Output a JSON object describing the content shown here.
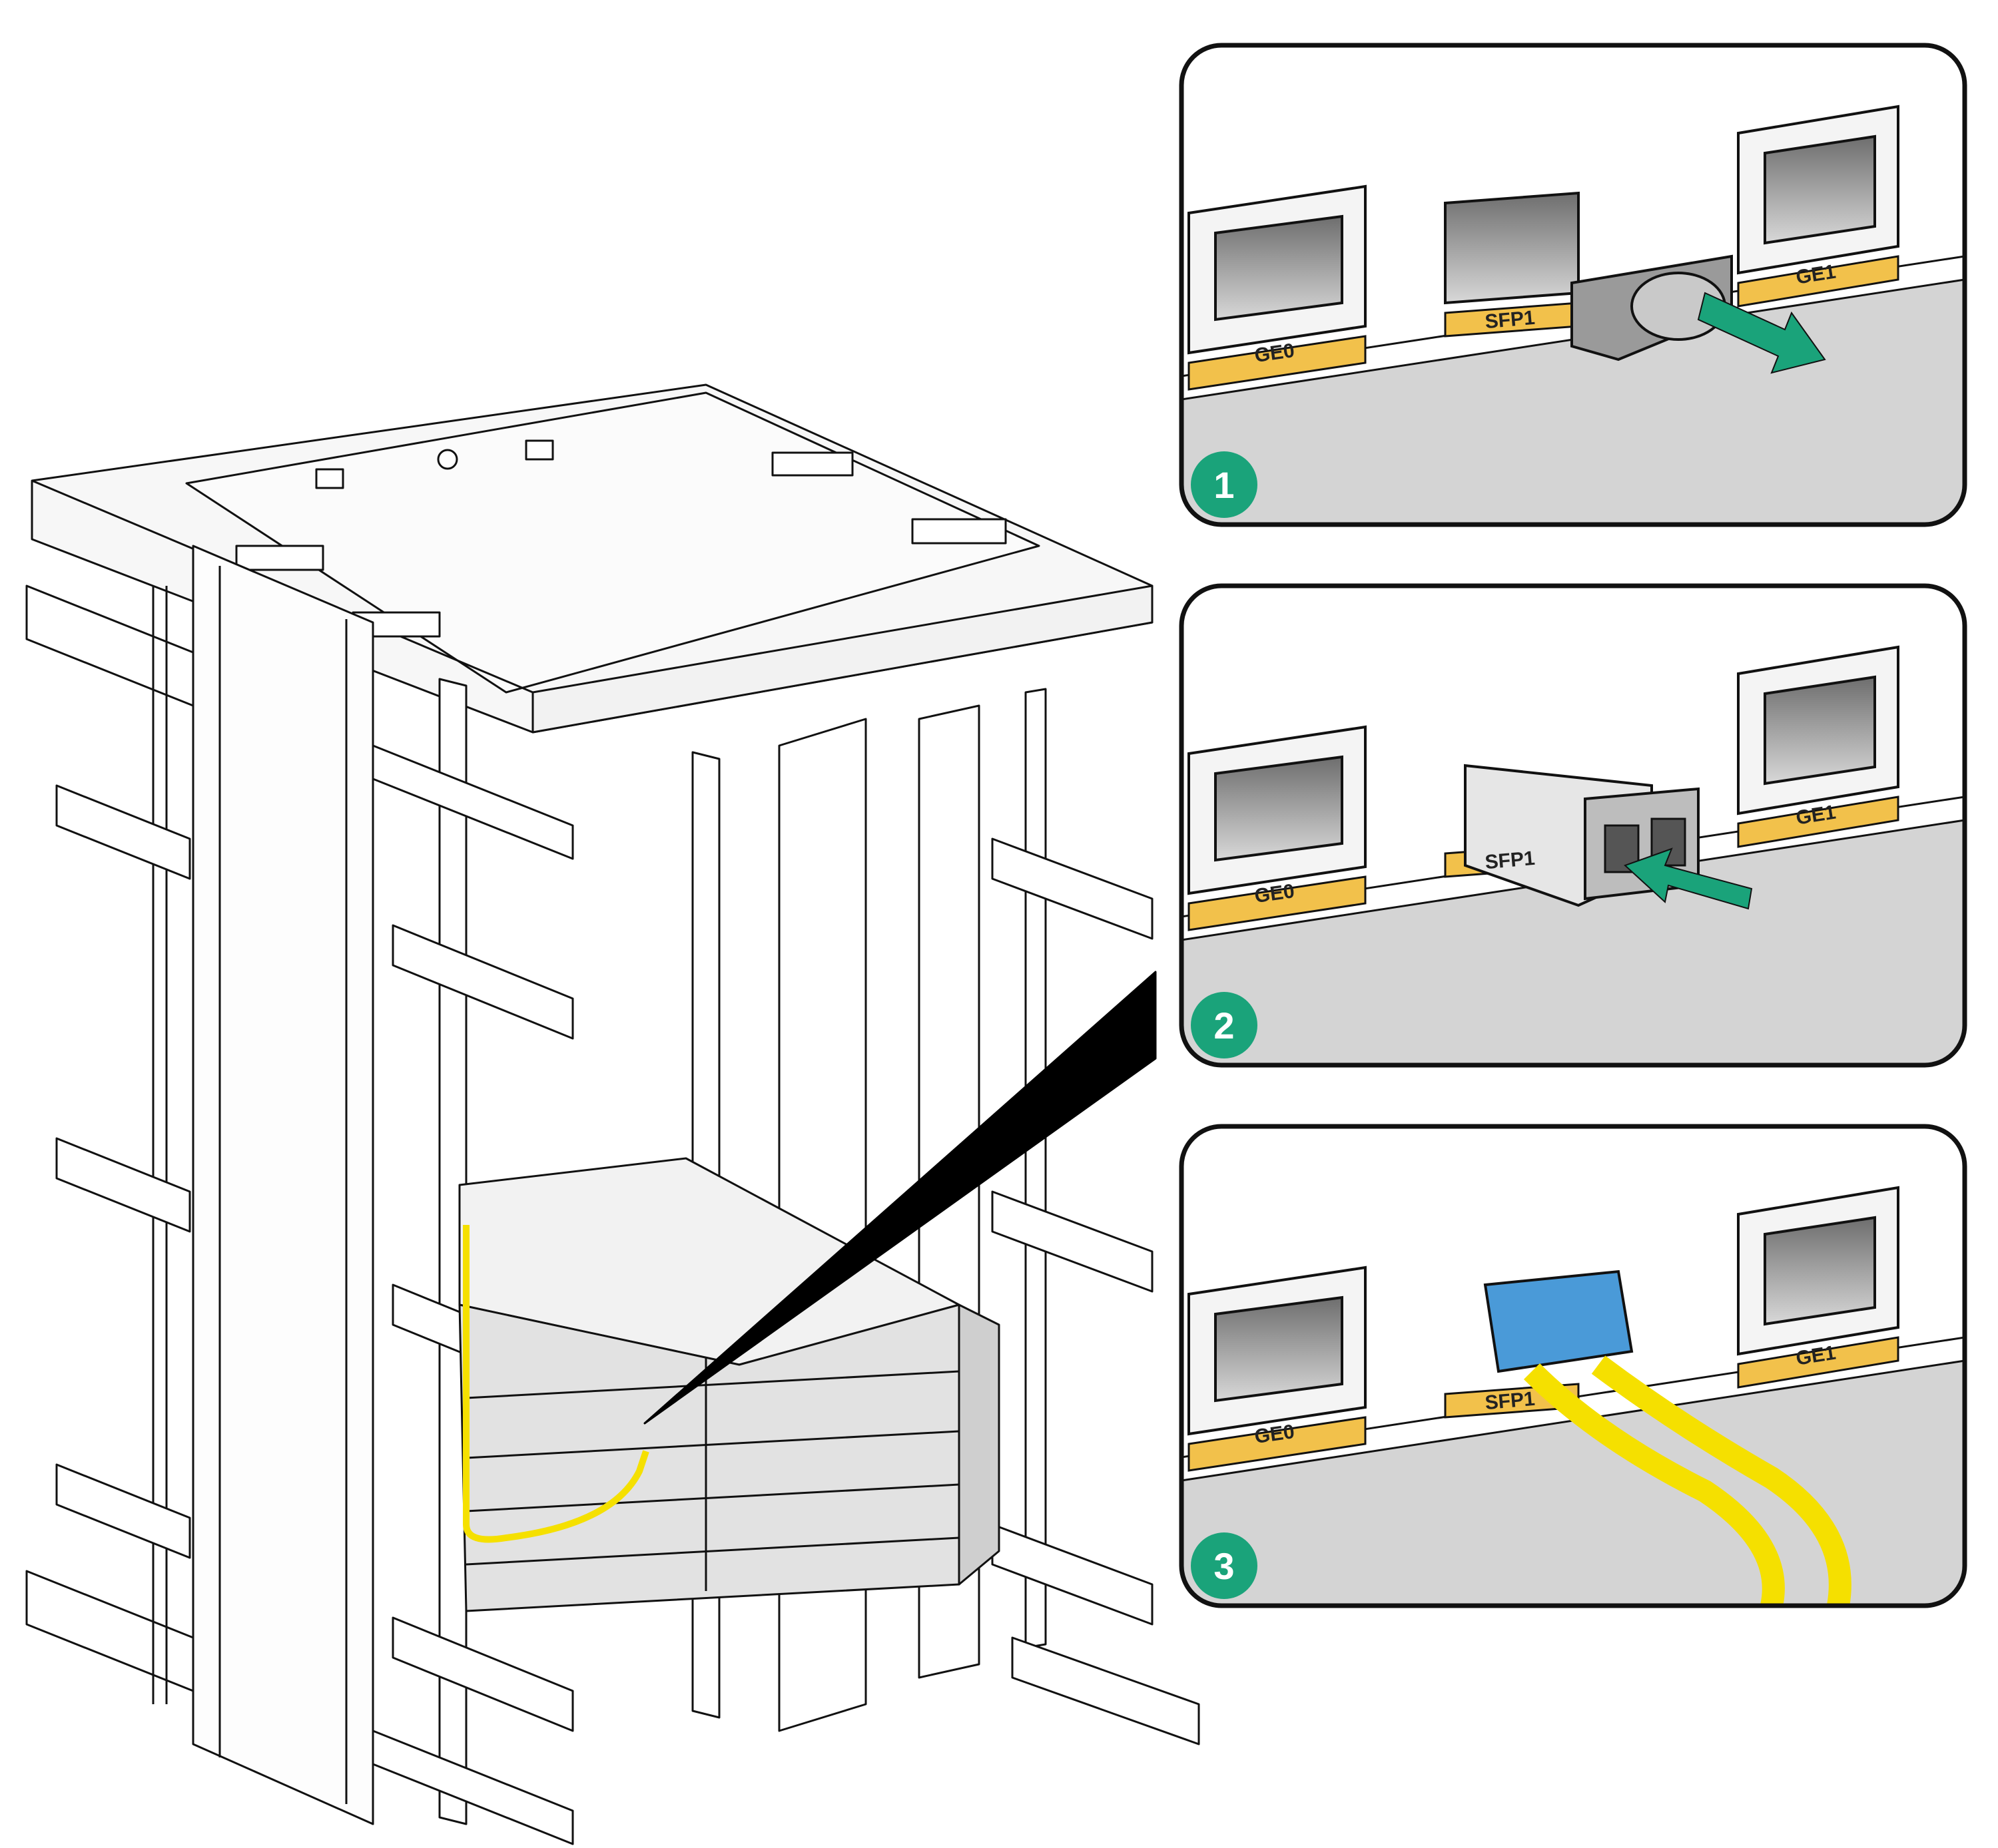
{
  "steps": [
    {
      "number": "1",
      "port_left": "GE0",
      "port_middle": "SFP1",
      "port_right": "GE1"
    },
    {
      "number": "2",
      "port_left": "GE0",
      "port_middle": "SFP1",
      "port_right": "GE1"
    },
    {
      "number": "3",
      "port_left": "GE0",
      "port_middle": "SFP1",
      "port_right": "GE1"
    }
  ],
  "colors": {
    "step_badge": "#1aa37a",
    "arrow": "#1aa37a",
    "port_label": "#f2c14b",
    "fiber": "#f5e000",
    "connector": "#4a9ad8",
    "panel_gray": "#d4d4d4",
    "line": "#000000"
  }
}
